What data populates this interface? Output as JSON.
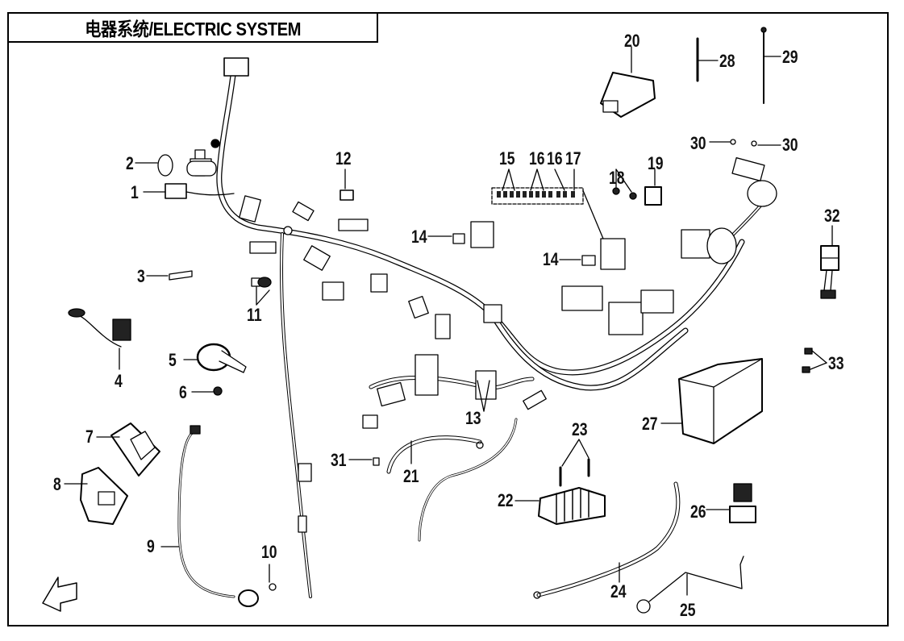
{
  "title": "电器系统/ELECTRIC SYSTEM",
  "direction_marker": "FWD",
  "colors": {
    "line": "#000000",
    "background": "#ffffff"
  },
  "callouts": [
    {
      "id": "1"
    },
    {
      "id": "2"
    },
    {
      "id": "3"
    },
    {
      "id": "4"
    },
    {
      "id": "5"
    },
    {
      "id": "6"
    },
    {
      "id": "7"
    },
    {
      "id": "8"
    },
    {
      "id": "9"
    },
    {
      "id": "10"
    },
    {
      "id": "11"
    },
    {
      "id": "12"
    },
    {
      "id": "13"
    },
    {
      "id": "14"
    },
    {
      "id": "14"
    },
    {
      "id": "15"
    },
    {
      "id": "16"
    },
    {
      "id": "16"
    },
    {
      "id": "17"
    },
    {
      "id": "18"
    },
    {
      "id": "19"
    },
    {
      "id": "20"
    },
    {
      "id": "21"
    },
    {
      "id": "22"
    },
    {
      "id": "23"
    },
    {
      "id": "24"
    },
    {
      "id": "25"
    },
    {
      "id": "26"
    },
    {
      "id": "27"
    },
    {
      "id": "28"
    },
    {
      "id": "29"
    },
    {
      "id": "30"
    },
    {
      "id": "30"
    },
    {
      "id": "31"
    },
    {
      "id": "32"
    },
    {
      "id": "33"
    }
  ]
}
